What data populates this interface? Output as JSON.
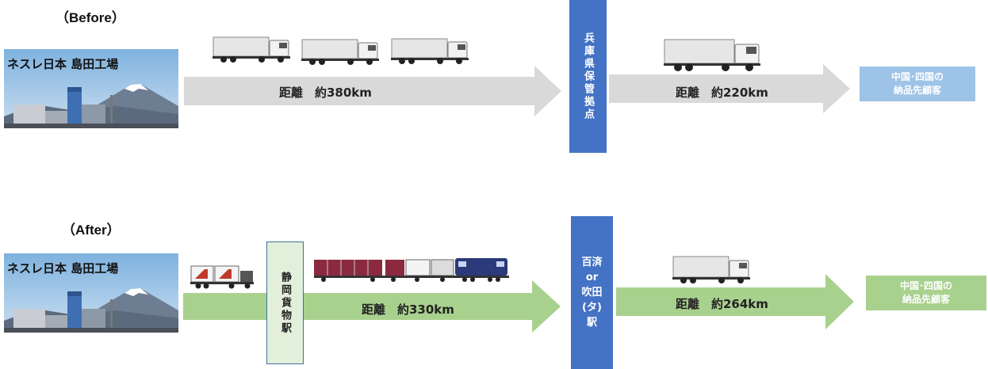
{
  "before": {
    "label": "（Before）",
    "factory_label": "ネスレ日本 島田工場",
    "leg1_distance": "距離　約380km",
    "hub_label": "兵庫県保管拠点",
    "leg2_distance": "距離　約220km",
    "destination_line1": "中国･四国の",
    "destination_line2": "納品先顧客"
  },
  "after": {
    "label": "（After）",
    "factory_label": "ネスレ日本 島田工場",
    "station1_label": "静岡貨物駅",
    "rail_distance": "距離　約330km",
    "station2_line1": "百済",
    "station2_line2": "or",
    "station2_line3": "吹田",
    "station2_line4": "(タ)",
    "station2_line5": "駅",
    "leg2_distance": "距離　約264km",
    "destination_line1": "中国･四国の",
    "destination_line2": "納品先顧客"
  },
  "colors": {
    "before_arrow": "#d9d9d9",
    "after_arrow": "#a9d18e",
    "hub_blue": "#4472c4",
    "dest_before": "#9dc3e6",
    "dest_after": "#a9d18e"
  }
}
